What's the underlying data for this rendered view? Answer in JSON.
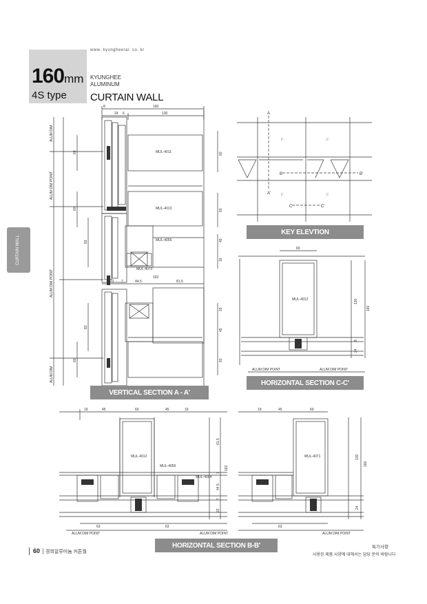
{
  "header": {
    "website": "www. kyungheeral. co. kr",
    "size_value": "160",
    "size_unit": "mm",
    "type_label": "4S type",
    "brand_line1": "KYUNGHEE",
    "brand_line2": "ALUMINUM",
    "title": "CURTAIN WALL"
  },
  "side_tab": {
    "text": "CURTAIN WALL"
  },
  "sections": {
    "key_elevation": "KEY ELEVTION",
    "vertical_section": "VERTICAL SECTION A - A'",
    "horizontal_cc": "HORIZONTAL SECTION C-C'",
    "horizontal_bb": "HORIZONTAL SECTION B-B'"
  },
  "vertical_drawing": {
    "dims_top": [
      "8",
      "24",
      "6",
      "160",
      "130"
    ],
    "dims_right": [
      "60",
      "60",
      "45",
      "19"
    ],
    "dims_right_lower": [
      "19",
      "45",
      "60"
    ],
    "dims_left": [
      "60",
      "60",
      "83",
      "83",
      "60"
    ],
    "dims_mid": [
      "162",
      "22",
      "7",
      "44.5",
      "81.5"
    ],
    "part_labels": [
      "MUL-4011",
      "MUL-4013",
      "MUL-4056",
      "MUL-4070"
    ],
    "side_labels": [
      "ALUM DIM",
      "ALUM DIM POINT",
      "ALUM DIM POINT",
      "ALUM DIM"
    ]
  },
  "key_elevation_drawing": {
    "markers": [
      "A",
      "A'",
      "B",
      "B'",
      "C",
      "C'"
    ],
    "fill_labels": [
      "F",
      "F",
      "F",
      "F"
    ]
  },
  "cc_drawing": {
    "dims": [
      "60",
      "130",
      "160",
      "8",
      "24"
    ],
    "part_label": "MUL-4012",
    "point_labels": [
      "ALUM DIM POINT",
      "ALUM DIM POINT"
    ]
  },
  "bb_drawing": {
    "dims_top_left": [
      "19",
      "45",
      "60",
      "45",
      "19"
    ],
    "dims_top_right": [
      "19",
      "45",
      "60"
    ],
    "dims_side": [
      "61.5",
      "162",
      "7",
      "44.5",
      "7",
      "22"
    ],
    "dims_side_right": [
      "130",
      "160",
      "24"
    ],
    "dims_bottom": [
      "63",
      "63",
      "63"
    ],
    "part_labels": [
      "MUL-4012",
      "MUL-4056",
      "MUL-4054",
      "MUL-4071"
    ],
    "point_labels": [
      "ALUM DIM POINT",
      "ALUM DIM POINT",
      "ALUM DIM POINT"
    ]
  },
  "footer": {
    "page_number": "60",
    "page_text": "경희알루미늄 커튼월",
    "note_title": "특기사항",
    "note_body": "사용된 제품 사양에 대해서는 담당 문의 바람니다"
  }
}
